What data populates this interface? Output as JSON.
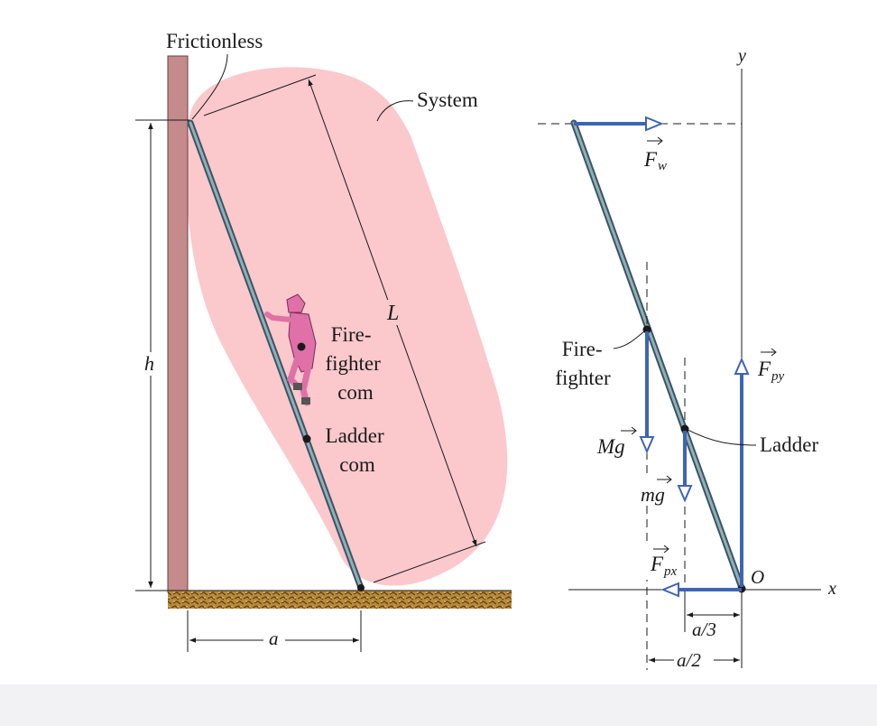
{
  "left_figure": {
    "frictionless_label": "Frictionless",
    "system_label": "System",
    "length_label": "L",
    "height_label": "h",
    "distance_label": "a",
    "firefighter_com_label": [
      "Fire-",
      "fighter",
      "com"
    ],
    "ladder_com_label": [
      "Ladder",
      "com"
    ]
  },
  "right_figure": {
    "y_axis_label": "y",
    "x_axis_label": "x",
    "origin_label": "O",
    "force_wall_label": "F",
    "force_wall_sub": "w",
    "force_py_label": "F",
    "force_py_sub": "py",
    "force_px_label": "F",
    "force_px_sub": "px",
    "Mg_label": "Mg",
    "mg_label": "mg",
    "firefighter_label": [
      "Fire-",
      "fighter"
    ],
    "ladder_label": "Ladder",
    "a_third_label": "a/3",
    "a_half_label": "a/2"
  },
  "colors": {
    "system_blob": "#fbc8cc",
    "wall": "#c48a8c",
    "ladder": "#6f8f9a",
    "force_arrow": "#3e64b4",
    "ground": "#b88a3a"
  }
}
